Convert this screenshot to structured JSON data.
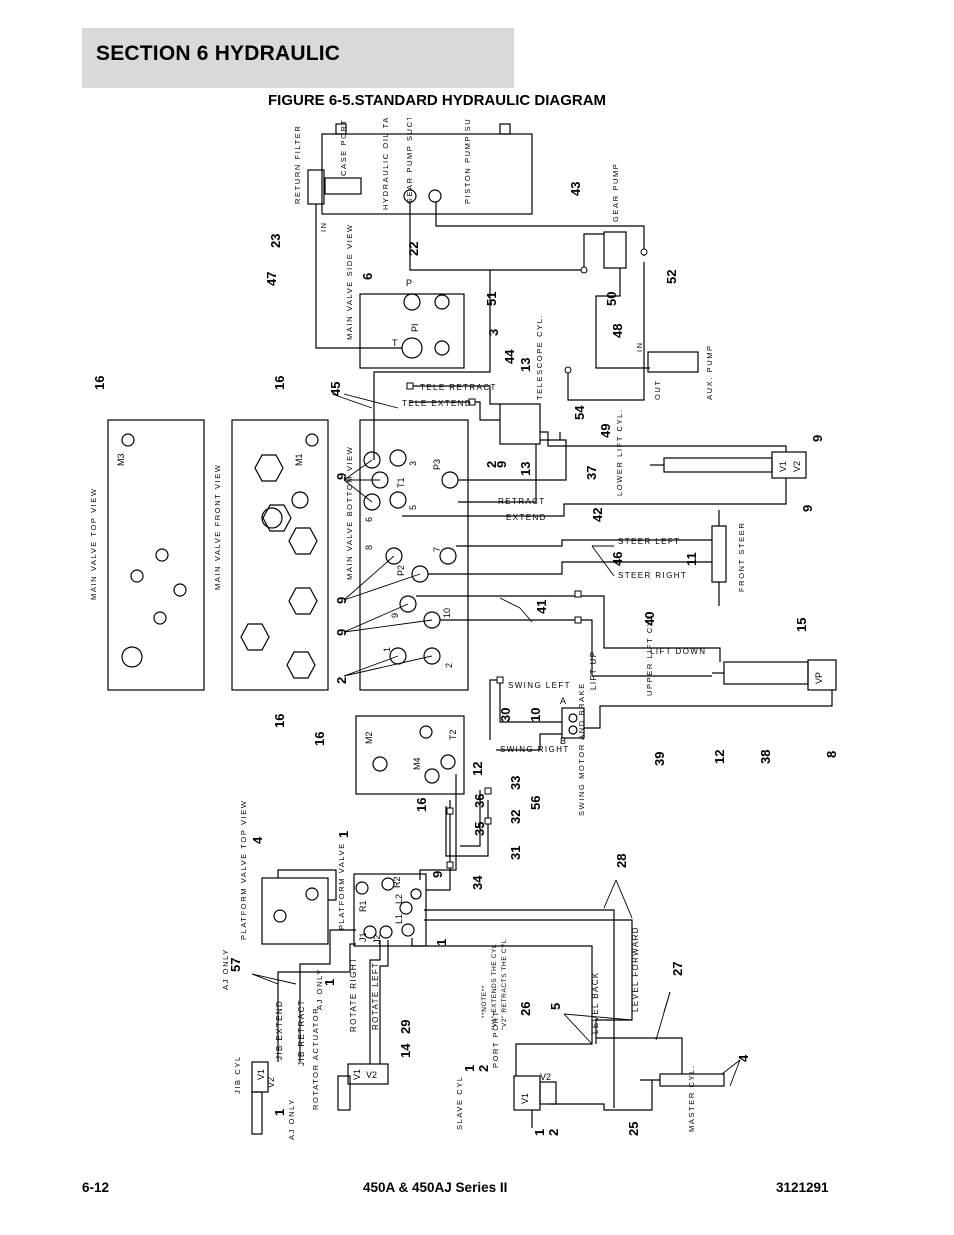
{
  "header": {
    "section": "SECTION 6   HYDRAULIC"
  },
  "figure": {
    "title": "FIGURE 6-5.STANDARD HYDRAULIC DIAGRAM"
  },
  "footer": {
    "page": "6-12",
    "model": "450A & 450AJ Series II",
    "doc_number": "3121291"
  },
  "components": {
    "tank": "HYDRAULIC OIL TANK",
    "case_port": "CASE PORT",
    "return_filter": "RETURN FILTER",
    "gear_pump_suction": "GEAR PUMP SUCTION",
    "piston_pump_suction": "PISTON PUMP SUCTION",
    "gear_pump": "GEAR PUMP",
    "aux_pump": "AUX. PUMP",
    "main_valve_side": "MAIN VALVE SIDE VIEW",
    "main_valve_top": "MAIN VALVE TOP VIEW",
    "main_valve_front": "MAIN VALVE FRONT VIEW",
    "main_valve_bottom": "MAIN VALVE BOTTOM VIEW",
    "telescope_cyl": "TELESCOPE CYL.",
    "lower_lift_cyl": "LOWER LIFT CYL.",
    "front_steer": "FRONT STEER",
    "upper_lift_cyl": "UPPER LIFT CYL",
    "swing_motor": "SWING MOTOR AND BRAKE",
    "platform_valve": "PLATFORM VALVE",
    "platform_valve_top": "PLATFORM VALVE TOP VIEW",
    "jib_cyl": "JIB CYL",
    "rotator": "ROTATOR ACTUATOR",
    "slave_cyl": "SLAVE CYL",
    "master_cyl": "MASTER CYL."
  },
  "lines": {
    "tele_retract": "TELE RETRACT",
    "tele_extend": "TELE EXTEND",
    "retract": "RETRACT",
    "extend": "EXTEND",
    "steer_left": "STEER LEFT",
    "steer_right": "STEER RIGHT",
    "lift_down": "LIFT DOWN",
    "lift_up": "LIFT UP",
    "swing_left": "SWING LEFT",
    "swing_right": "SWING RIGHT",
    "jib_extend": "JIB EXTEND",
    "jib_retract": "JIB RETRACT",
    "rotate_right": "ROTATE RIGHT",
    "rotate_left": "ROTATE LEFT",
    "level_back": "LEVEL BACK",
    "level_forward": "LEVEL FORWARD",
    "aj_only": "AJ ONLY",
    "in": "IN",
    "out": "OUT"
  },
  "note": [
    "**NOTE**",
    "\"V1\" EXTENDS THE CYL",
    "\"V2\" RETRACTS THE CYL"
  ],
  "ports": {
    "p": "P",
    "t": "T",
    "pi": "PI",
    "t1": "T1",
    "p3": "P3",
    "p2": "P2",
    "t2": "T2",
    "m1": "M1",
    "m2": "M2",
    "m3": "M3",
    "m4": "M4",
    "v1": "V1",
    "v2": "V2",
    "vp": "VP",
    "a": "A",
    "b": "B",
    "r1": "R1",
    "r2": "R2",
    "l1": "L1",
    "l2": "L2",
    "j1": "J1",
    "j2": "J2",
    "port_port": "PORT PORT",
    "n1": "1",
    "n2": "2",
    "n3": "3",
    "n5": "5",
    "n6": "6",
    "n7": "7",
    "n8": "8",
    "n9": "9",
    "n10": "10"
  },
  "callouts": [
    "1",
    "2",
    "3",
    "4",
    "5",
    "6",
    "8",
    "9",
    "10",
    "11",
    "12",
    "13",
    "14",
    "15",
    "16",
    "23",
    "25",
    "26",
    "27",
    "28",
    "29",
    "30",
    "31",
    "32",
    "33",
    "34",
    "35",
    "36",
    "37",
    "38",
    "39",
    "40",
    "41",
    "42",
    "43",
    "44",
    "45",
    "46",
    "47",
    "48",
    "49",
    "50",
    "51",
    "52",
    "54",
    "56",
    "57"
  ]
}
